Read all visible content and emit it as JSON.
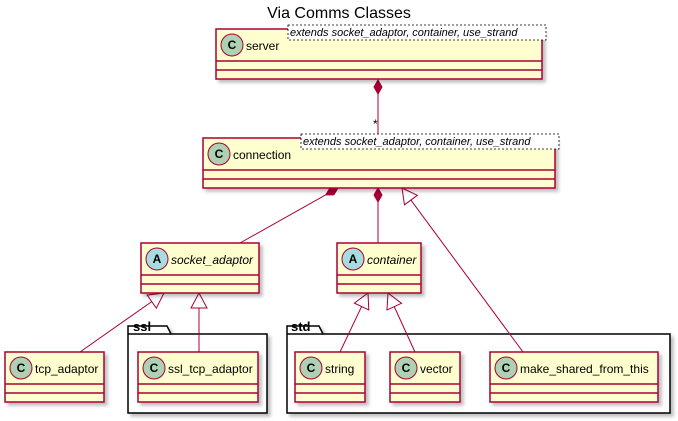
{
  "diagram": {
    "title": "Via Comms Classes",
    "colors": {
      "class_fill": "#FEFECE",
      "class_border": "#A80036",
      "class_circle": "#ADD1B2",
      "abstract_circle": "#A9DCDF",
      "package_border": "#000000",
      "shadow": "#C8C8C8"
    },
    "classes": [
      {
        "id": "server",
        "name": "server",
        "kind": "class",
        "letter": "C",
        "stereotype": "extends socket_adaptor, container, use_strand"
      },
      {
        "id": "connection",
        "name": "connection",
        "kind": "class",
        "letter": "C",
        "stereotype": "extends socket_adaptor, container, use_strand"
      },
      {
        "id": "socket_adaptor",
        "name": "socket_adaptor",
        "kind": "abstract",
        "letter": "A",
        "stereotype": ""
      },
      {
        "id": "container",
        "name": "container",
        "kind": "abstract",
        "letter": "A",
        "stereotype": ""
      },
      {
        "id": "tcp_adaptor",
        "name": "tcp_adaptor",
        "kind": "class",
        "letter": "C",
        "stereotype": ""
      },
      {
        "id": "ssl_tcp_adaptor",
        "name": "ssl_tcp_adaptor",
        "kind": "class",
        "letter": "C",
        "stereotype": ""
      },
      {
        "id": "string",
        "name": "string",
        "kind": "class",
        "letter": "C",
        "stereotype": ""
      },
      {
        "id": "vector",
        "name": "vector",
        "kind": "class",
        "letter": "C",
        "stereotype": ""
      },
      {
        "id": "make_shared_from_this",
        "name": "make_shared_from_this",
        "kind": "class",
        "letter": "C",
        "stereotype": ""
      }
    ],
    "packages": [
      {
        "id": "ssl",
        "name": "ssl"
      },
      {
        "id": "std",
        "name": "std"
      }
    ],
    "relations": [
      {
        "from": "server",
        "to": "connection",
        "type": "composition",
        "multiplicity": "*"
      },
      {
        "from": "connection",
        "to": "socket_adaptor",
        "type": "composition",
        "multiplicity": ""
      },
      {
        "from": "connection",
        "to": "container",
        "type": "composition",
        "multiplicity": ""
      },
      {
        "from": "make_shared_from_this",
        "to": "connection",
        "type": "inheritance",
        "multiplicity": ""
      },
      {
        "from": "tcp_adaptor",
        "to": "socket_adaptor",
        "type": "inheritance",
        "multiplicity": ""
      },
      {
        "from": "ssl_tcp_adaptor",
        "to": "socket_adaptor",
        "type": "inheritance",
        "multiplicity": ""
      },
      {
        "from": "string",
        "to": "container",
        "type": "inheritance",
        "multiplicity": ""
      },
      {
        "from": "vector",
        "to": "container",
        "type": "inheritance",
        "multiplicity": ""
      }
    ]
  }
}
